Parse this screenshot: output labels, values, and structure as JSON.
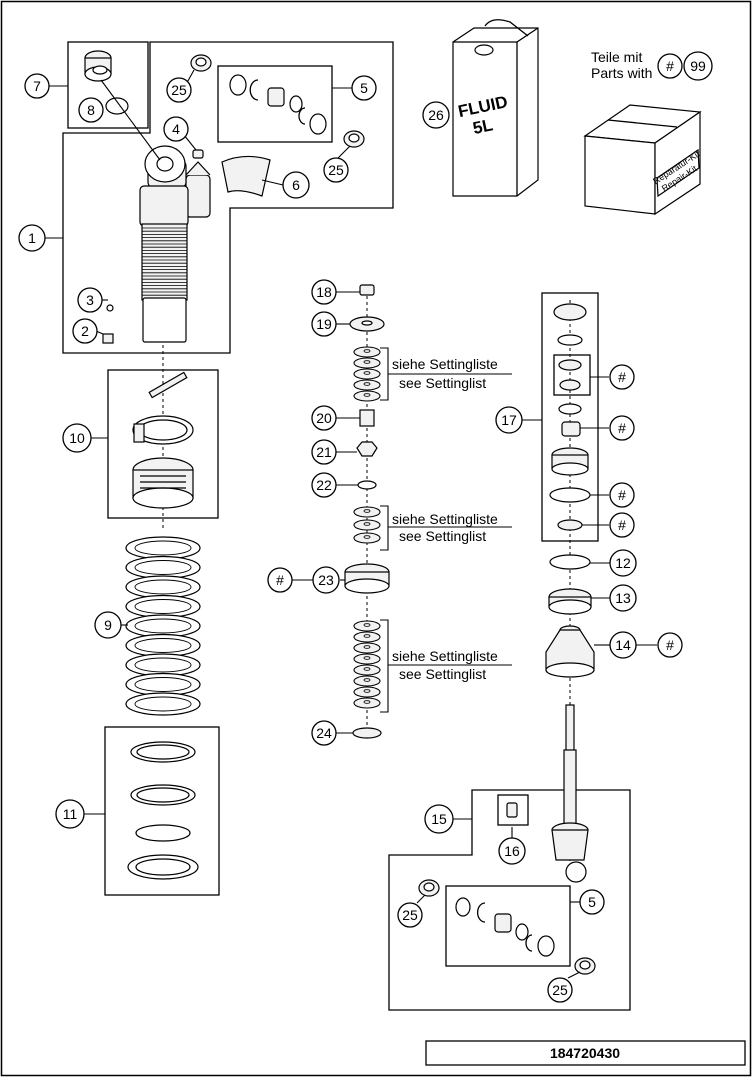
{
  "document_id": "184720430",
  "legend": {
    "line1": "Teile mit",
    "line2": "Parts with",
    "hash": "#",
    "number": "99"
  },
  "fluid_can": {
    "line1": "FLUID",
    "line2": "5L"
  },
  "repair_kit": {
    "line1": "Reparatur-Kit",
    "line2": "Repair-Kit"
  },
  "setting_notes": [
    {
      "de": "siehe Settingliste",
      "en": "see Settinglist"
    },
    {
      "de": "siehe Settingliste",
      "en": "see Settinglist"
    },
    {
      "de": "siehe Settingliste",
      "en": "see Settinglist"
    }
  ],
  "callouts": {
    "c1": "1",
    "c2": "2",
    "c3": "3",
    "c4": "4",
    "c5a": "5",
    "c5b": "5",
    "c6": "6",
    "c7": "7",
    "c8": "8",
    "c9": "9",
    "c10": "10",
    "c11": "11",
    "c12": "12",
    "c13": "13",
    "c14": "14",
    "c15": "15",
    "c16": "16",
    "c17": "17",
    "c18": "18",
    "c19": "19",
    "c20": "20",
    "c21": "21",
    "c22": "22",
    "c23": "23",
    "c24": "24",
    "c25a": "25",
    "c25b": "25",
    "c25c": "25",
    "c25d": "25",
    "c26": "26",
    "h1": "#",
    "h2": "#",
    "h3": "#",
    "h4": "#",
    "h5": "#",
    "h6": "#"
  }
}
